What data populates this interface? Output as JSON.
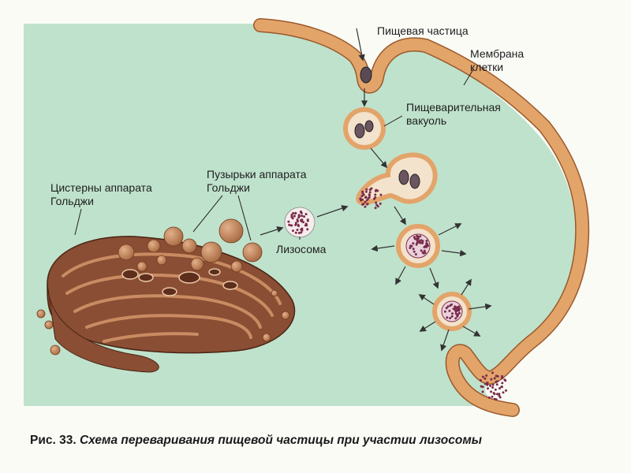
{
  "labels": {
    "food_particle": "Пищевая частица",
    "cell_membrane_line1": "Мембрана",
    "cell_membrane_line2": "клетки",
    "digestive_vacuole_line1": "Пищеварительная",
    "digestive_vacuole_line2": "вакуоль",
    "golgi_cisterns_line1": "Цистерны аппарата",
    "golgi_cisterns_line2": "Гольджи",
    "golgi_vesicles_line1": "Пузырьки аппарата",
    "golgi_vesicles_line2": "Гольджи",
    "lysosome": "Лизосома"
  },
  "caption": {
    "number": "Рис. 33.",
    "text": "Схема переваривания пищевой частицы при участии лизосомы"
  },
  "colors": {
    "cytoplasm": "#bfe2cc",
    "membrane": "#e3a46a",
    "membrane_edge": "#9a5a2c",
    "golgi": "#8a4e34",
    "golgi_light": "#c98c62",
    "vesicle": "#c98a5e",
    "vacuole_fill": "#f3e2cc",
    "granule": "#7a2c4a",
    "arrow": "#333333"
  }
}
